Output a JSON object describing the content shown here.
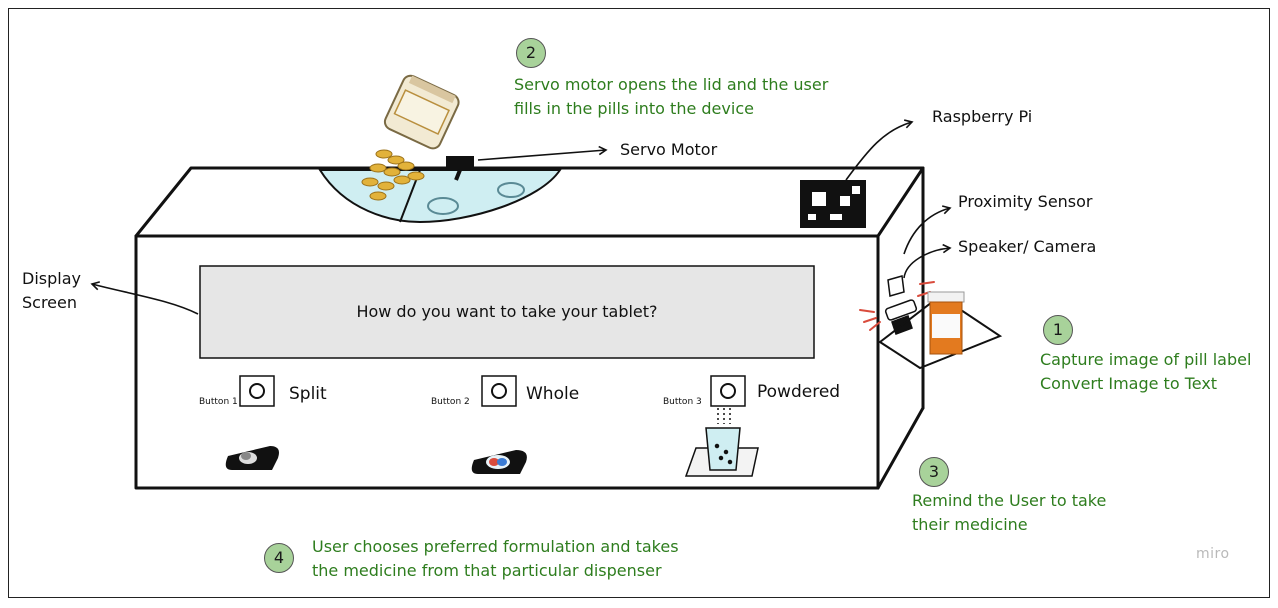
{
  "steps": {
    "s1": {
      "number": "1",
      "lines": [
        "Capture image of pill label",
        "Convert Image to Text"
      ]
    },
    "s2": {
      "number": "2",
      "lines": [
        "Servo motor opens the lid and the user",
        "fills in the pills into the device"
      ]
    },
    "s3": {
      "number": "3",
      "lines": [
        "Remind the User to take",
        "their medicine"
      ]
    },
    "s4": {
      "number": "4",
      "lines": [
        "User chooses preferred formulation and takes",
        "the medicine from that particular dispenser"
      ]
    }
  },
  "labels": {
    "servo_motor": "Servo Motor",
    "raspberry_pi": "Raspberry Pi",
    "proximity_sensor": "Proximity Sensor",
    "speaker_camera": "Speaker/ Camera",
    "display_screen": [
      "Display",
      "Screen"
    ]
  },
  "screen": {
    "prompt": "How do you want to take your tablet?"
  },
  "buttons": [
    {
      "small": "Button 1",
      "label": "Split"
    },
    {
      "small": "Button 2",
      "label": "Whole"
    },
    {
      "small": "Button 3",
      "label": "Powdered"
    }
  ],
  "watermark": "miro",
  "colors": {
    "annotation_green": "#2e7d1e",
    "badge_fill": "#a8d29a",
    "water": "#cfeef2"
  }
}
